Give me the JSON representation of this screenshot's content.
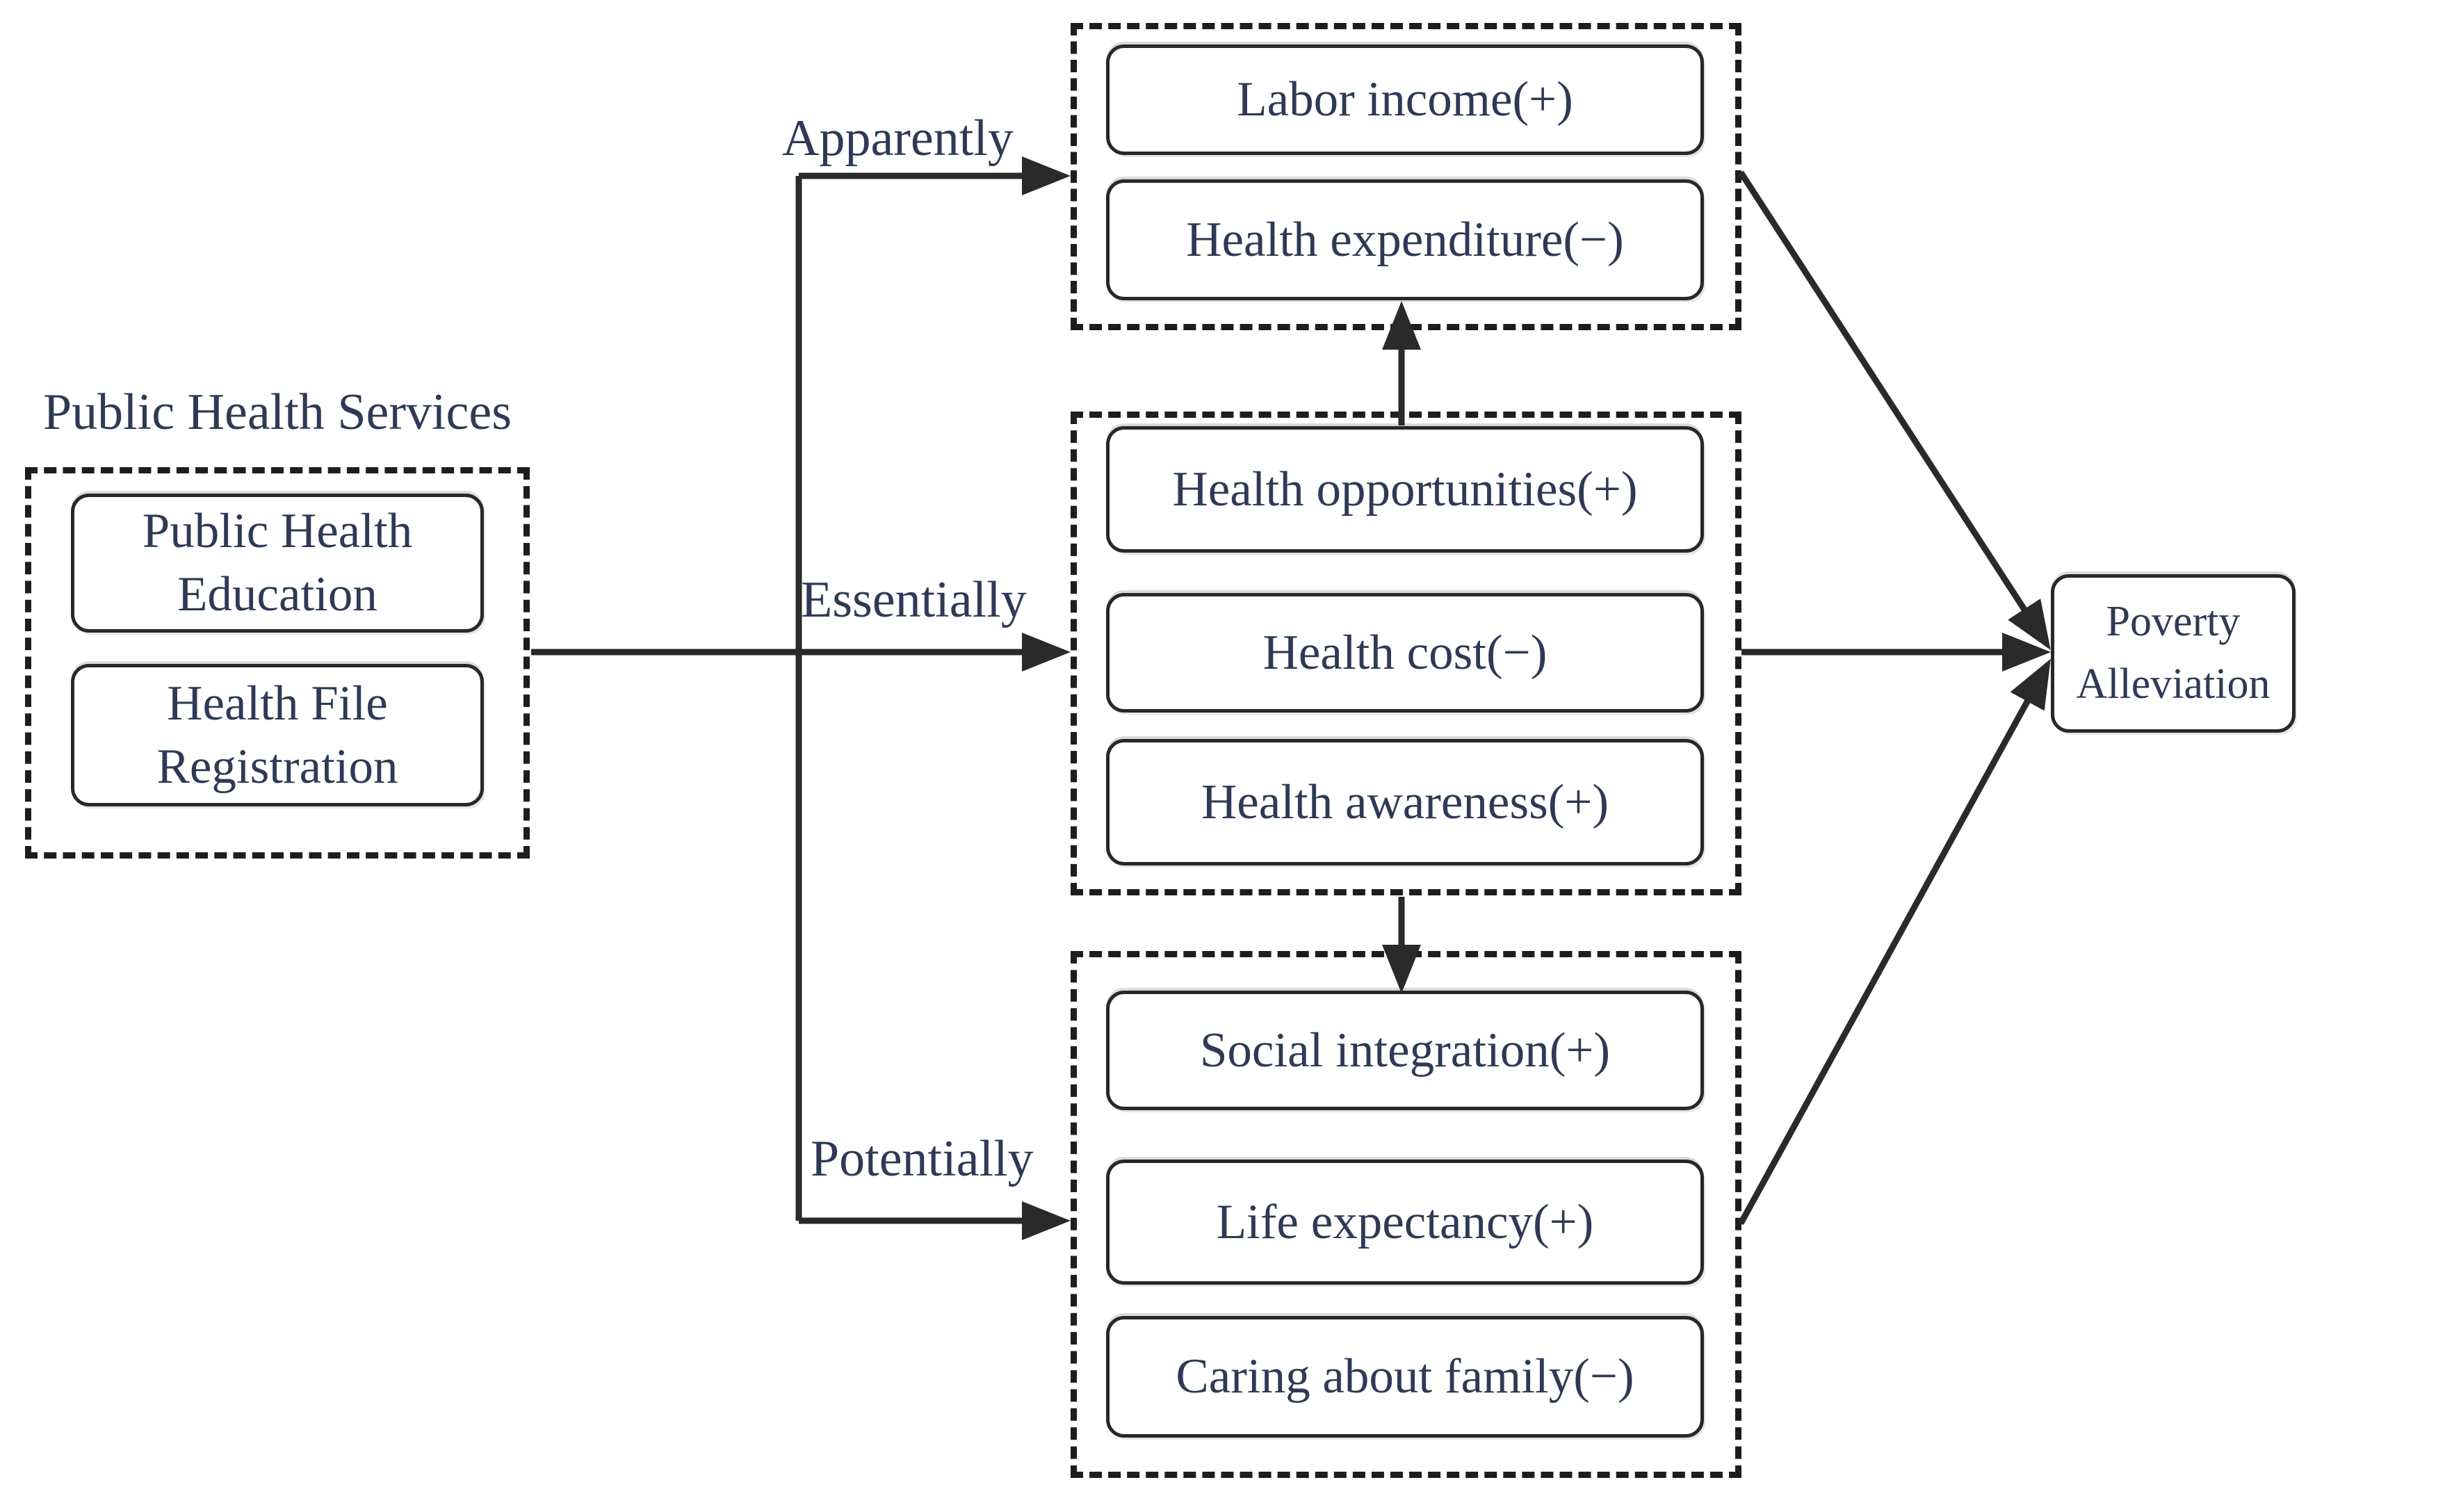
{
  "title": "Public Health Services",
  "source_group": {
    "items": [
      {
        "label": "Public Health Education"
      },
      {
        "label": "Health File Registration"
      }
    ]
  },
  "branch_labels": {
    "apparently": "Apparently",
    "essentially": "Essentially",
    "potentially": "Potentially"
  },
  "mediator_groups": [
    {
      "id": "apparently",
      "items": [
        {
          "label": "Labor income(+)"
        },
        {
          "label": "Health expenditure(−)"
        }
      ]
    },
    {
      "id": "essentially",
      "items": [
        {
          "label": "Health opportunities(+)"
        },
        {
          "label": "Health cost(−)"
        },
        {
          "label": "Health awareness(+)"
        }
      ]
    },
    {
      "id": "potentially",
      "items": [
        {
          "label": "Social integration(+)"
        },
        {
          "label": "Life expectancy(+)"
        },
        {
          "label": "Caring about family(−)"
        }
      ]
    }
  ],
  "target": {
    "label": "Poverty Alleviation"
  },
  "colors": {
    "ink": "#2e3a55",
    "line": "#2a2a2a",
    "border": "#282828",
    "background": "#ffffff"
  }
}
